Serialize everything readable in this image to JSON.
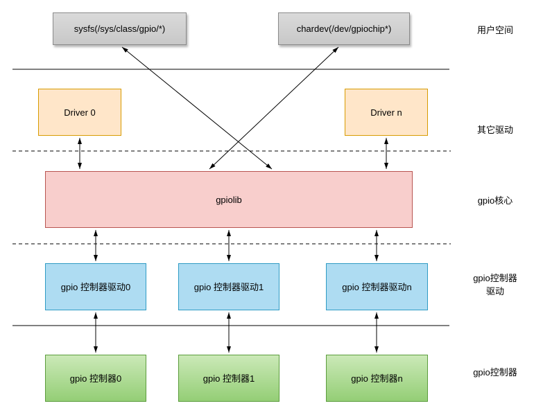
{
  "palette": {
    "box_gray": "#d2d2d2",
    "box_orange": "#ffe6c9",
    "box_red": "#f8cecc",
    "box_blue": "#aedcf2",
    "box_green": "#97d077",
    "line": "#000000"
  },
  "user_space": {
    "sysfs": "sysfs(/sys/class/gpio/*)",
    "chardev": "chardev(/dev/gpiochip*)"
  },
  "drivers": {
    "driver0": "Driver 0",
    "drivern": "Driver n"
  },
  "core": {
    "gpiolib": "gpiolib"
  },
  "controller_drivers": [
    "gpio 控制器驱动0",
    "gpio 控制器驱动1",
    "gpio 控制器驱动n"
  ],
  "controllers": [
    "gpio 控制器0",
    "gpio 控制器1",
    "gpio 控制器n"
  ],
  "layer_labels": {
    "user_space": "用户空间",
    "other_drivers": "其它驱动",
    "gpio_core": "gpio核心",
    "controller_driver": "gpio控制器驱动",
    "controller": "gpio控制器"
  }
}
